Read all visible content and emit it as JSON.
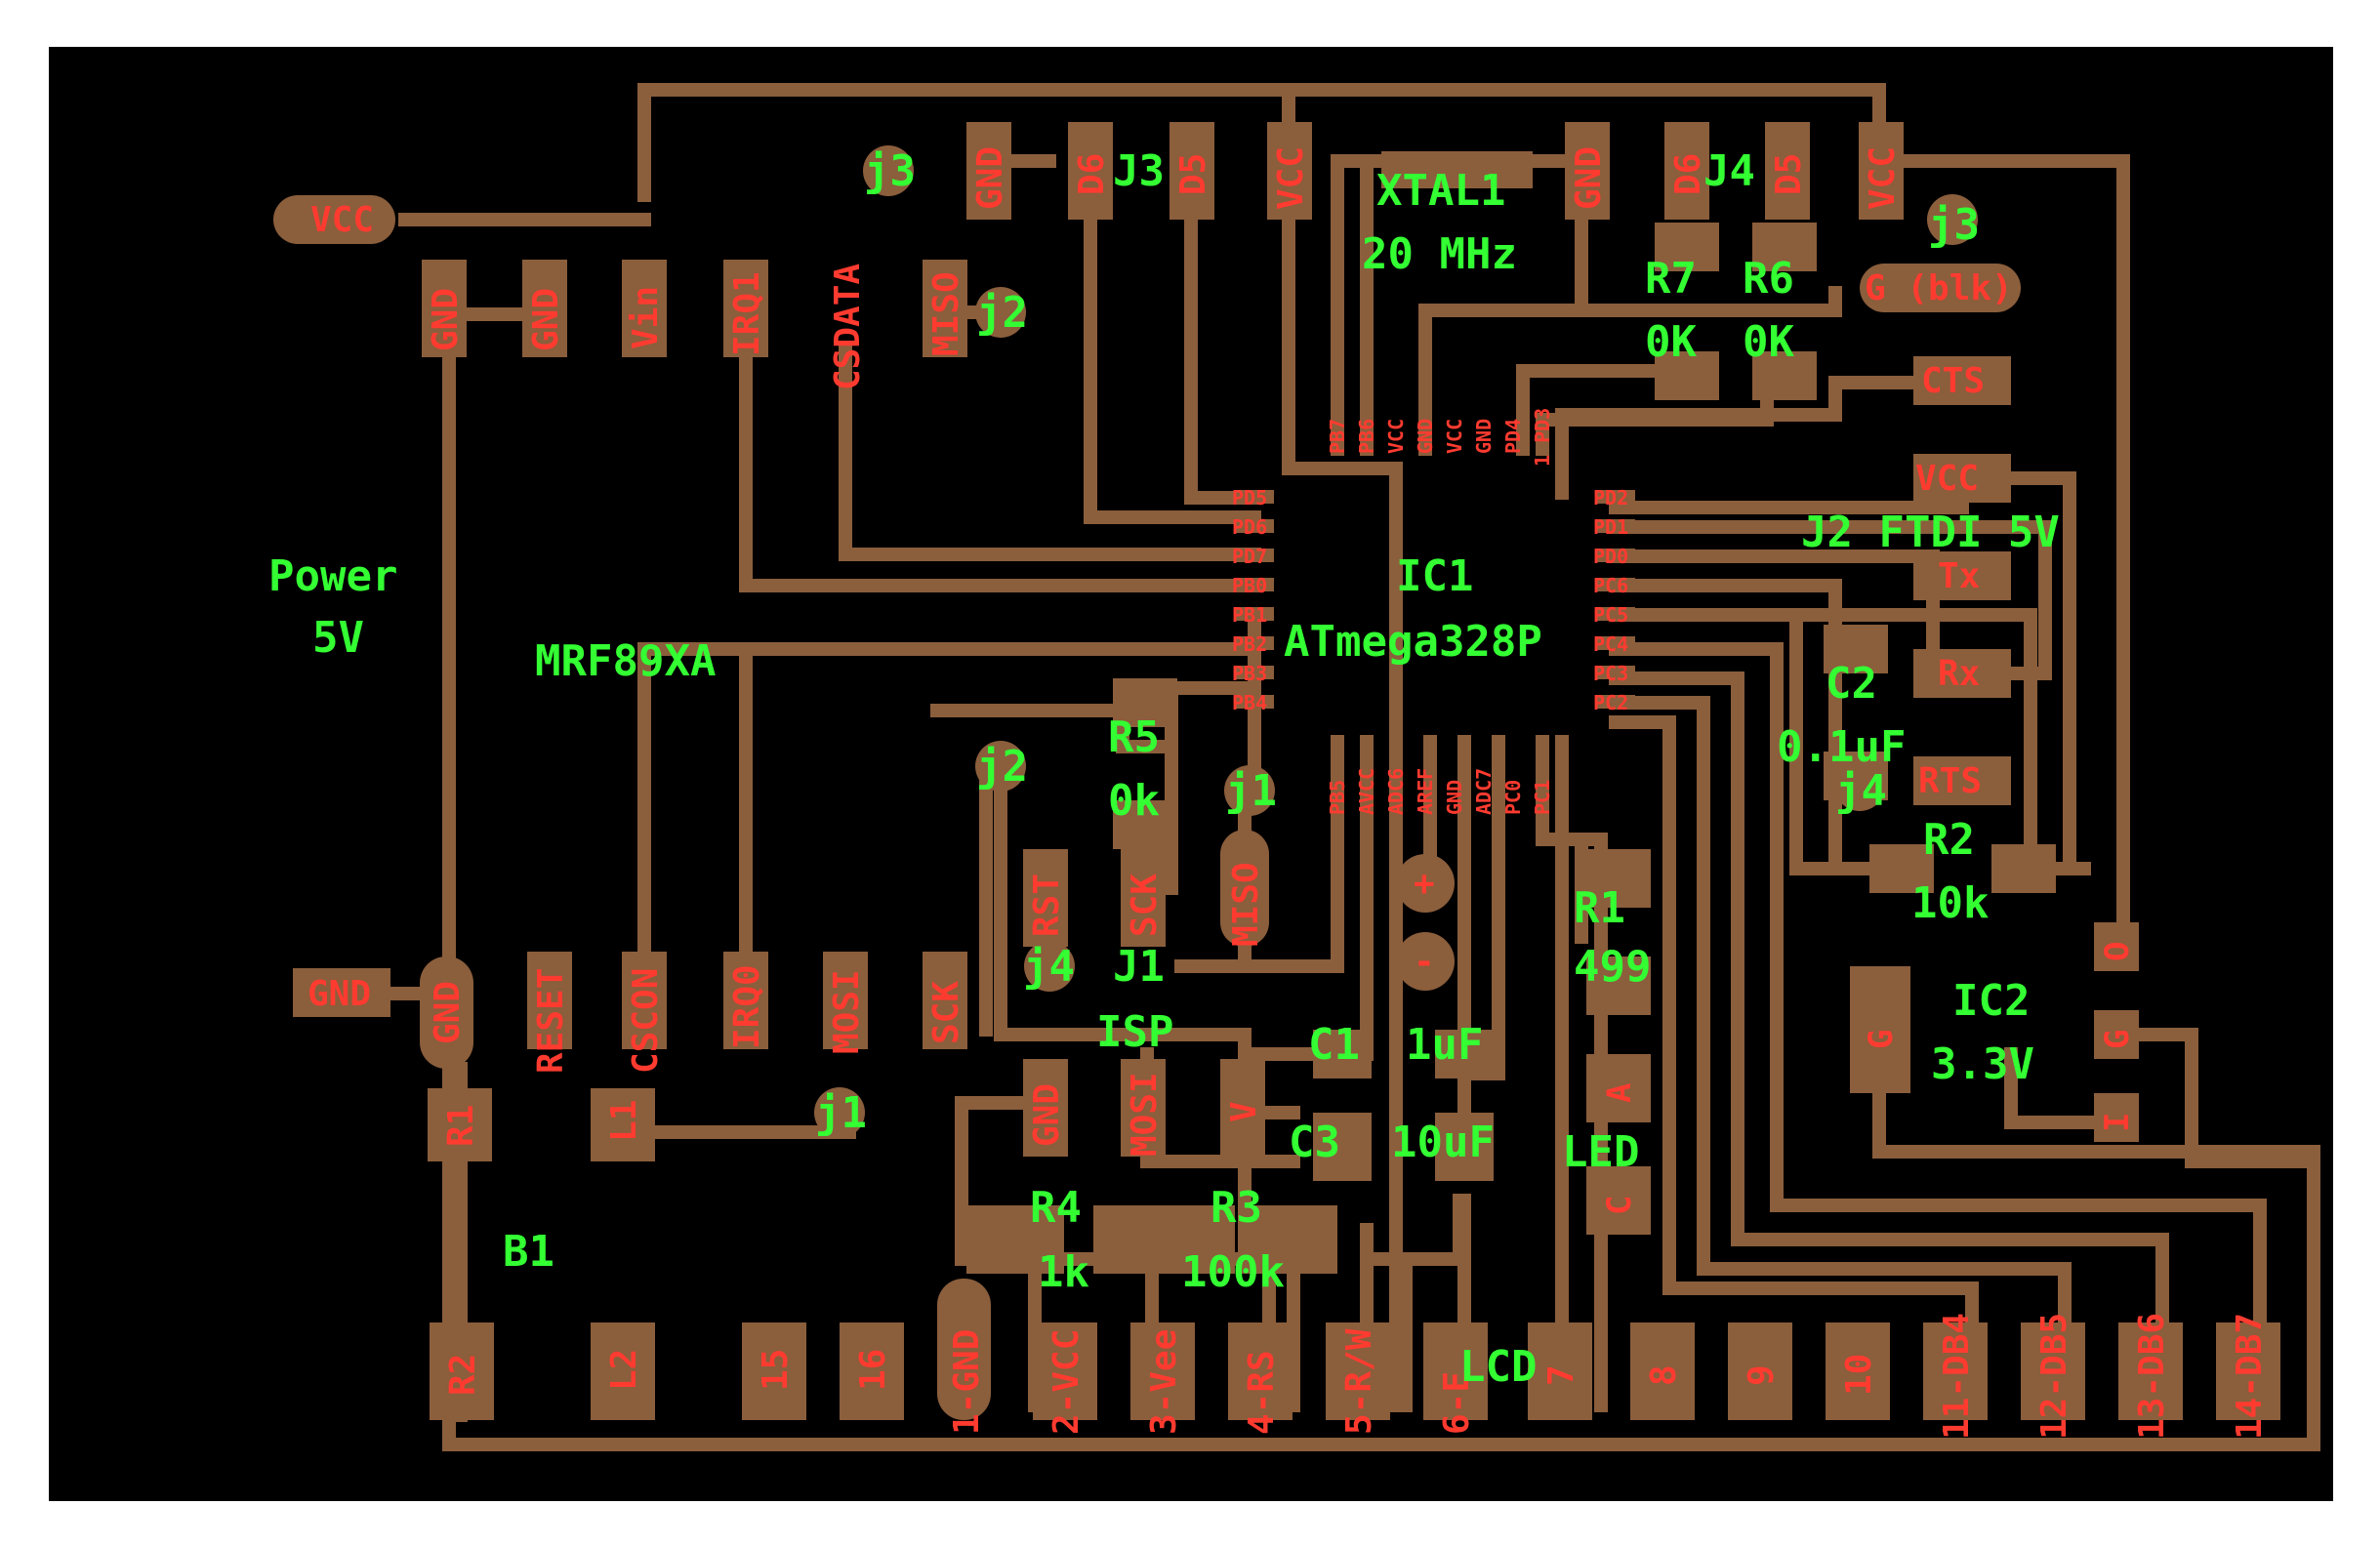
{
  "colors": {
    "background": "#000000",
    "frame": "#ffffff",
    "copper": "#8b5e3c",
    "pad_label": "#ff3b30",
    "silk_label": "#33ff33"
  },
  "silk": {
    "power": "Power",
    "power_v": "5V",
    "mrf": "MRF89XA",
    "b1": "B1",
    "j3_top": "J3",
    "j4_top": "J4",
    "xtal": "XTAL1",
    "xtal_freq": "20 MHz",
    "r7": "R7",
    "r7v": "0K",
    "r6": "R6",
    "r6v": "0K",
    "ic1": "IC1",
    "ic1_part": "ATmega328P",
    "j2": "J2 FTDI 5V",
    "c2": "C2",
    "c2v": "0.1uF",
    "r2": "R2",
    "r2v": "10k",
    "ic2": "IC2",
    "ic2v": "3.3V",
    "r5": "R5",
    "r5v": "0k",
    "j1_isp": "J1",
    "isp": "ISP",
    "r1": "R1",
    "r1v": "499",
    "c1": "C1",
    "c1v": "1uF",
    "c3": "C3",
    "c3v": "10uF",
    "led": "LED",
    "r4": "R4",
    "r4v": "1k",
    "r3": "R3",
    "r3v": "100k",
    "lcd": "LCD",
    "jmp_j3a": "j3",
    "jmp_j2a": "j2",
    "jmp_j3b": "j3",
    "jmp_j2b": "j2",
    "jmp_j1a": "j1",
    "jmp_j4a": "j4",
    "jmp_j1b": "j1",
    "jmp_j4b": "j4"
  },
  "pads": {
    "vcc_left": "VCC",
    "gnd_a": "GND",
    "gnd_b": "GND",
    "vin": "Vin",
    "irq1": "IRQ1",
    "csdata": "CSDATA",
    "miso_top": "MISO",
    "gnd_j3": "GND",
    "d6_j3": "D6",
    "d5_j3": "D5",
    "vcc_top": "VCC",
    "gnd_j4": "GND",
    "d6_j4": "D6",
    "d5_j4": "D5",
    "vcc_j4": "VCC",
    "g_blk": "G (blk)",
    "cts": "CTS",
    "vcc_ftdi": "VCC",
    "tx": "Tx",
    "rx": "Rx",
    "rts": "RTS",
    "o": "O",
    "g_ic2": "G",
    "g_reg": "G",
    "i_reg": "I",
    "gnd_left": "GND",
    "gnd_mrf": "GND",
    "reset": "RESET",
    "cscon": "CSCON",
    "irq0": "IRQ0",
    "mosi_mrf": "MOSI",
    "sck_mrf": "SCK",
    "rst_isp": "RST",
    "sck_isp": "SCK",
    "miso_isp": "MISO",
    "gnd_isp": "GND",
    "mosi_isp": "MOSI",
    "v_isp": "V",
    "r1_mrf": "R1",
    "l1": "L1",
    "r2_mrf": "R2",
    "l2": "L2",
    "p15": "15",
    "p16": "16",
    "plus": "+",
    "minus": "-",
    "led_a": "A",
    "led_c": "C",
    "lcd1": "1-GND",
    "lcd2": "2-VCC",
    "lcd3": "3-Vee",
    "lcd4": "4-RS",
    "lcd5": "5-R/W",
    "lcd6": "6-E",
    "lcd7": "7",
    "lcd8": "8",
    "lcd9": "9",
    "lcd10": "10",
    "lcd11": "11-DB4",
    "lcd12": "12-DB5",
    "lcd13": "13-DB6",
    "lcd14": "14-DB7"
  },
  "ic_pins": {
    "pd5": "PD5",
    "pd6": "PD6",
    "pd7": "PD7",
    "pb0": "PB0",
    "pb1": "PB1",
    "pb2": "PB2",
    "pb3": "PB3",
    "pb4": "PB4",
    "pd2": "PD2",
    "pd1": "PD1",
    "pd0": "PD0",
    "pc6": "PC6",
    "pc5": "PC5",
    "pc4": "PC4",
    "pc3": "PC3",
    "pc2": "PC2",
    "t_pb7": "PB7",
    "t_pb6": "PB6",
    "t_vcc1": "VCC",
    "t_gnd1": "GND",
    "t_vcc2": "VCC",
    "t_gnd2": "GND",
    "t_pd4": "PD4",
    "t_pd3": "1 PD3",
    "b_pb5": "PB5",
    "b_avcc": "AVCC",
    "b_adc6": "ADC6",
    "b_aref": "AREF",
    "b_gnd": "GND",
    "b_adc7": "ADC7",
    "b_pc0": "PC0",
    "b_pc1": "PC1"
  }
}
